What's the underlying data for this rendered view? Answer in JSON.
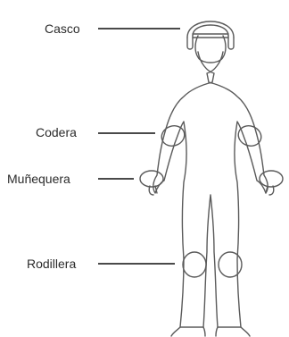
{
  "labels": {
    "helmet": "Casco",
    "elbow_pad": "Codera",
    "wrist_guard": "Muñequera",
    "knee_pad": "Rodillera"
  },
  "colors": {
    "text": "#2b2b2b",
    "leader_line": "#4a4a4a",
    "outline": "#5a5a5a",
    "background": "#ffffff"
  }
}
